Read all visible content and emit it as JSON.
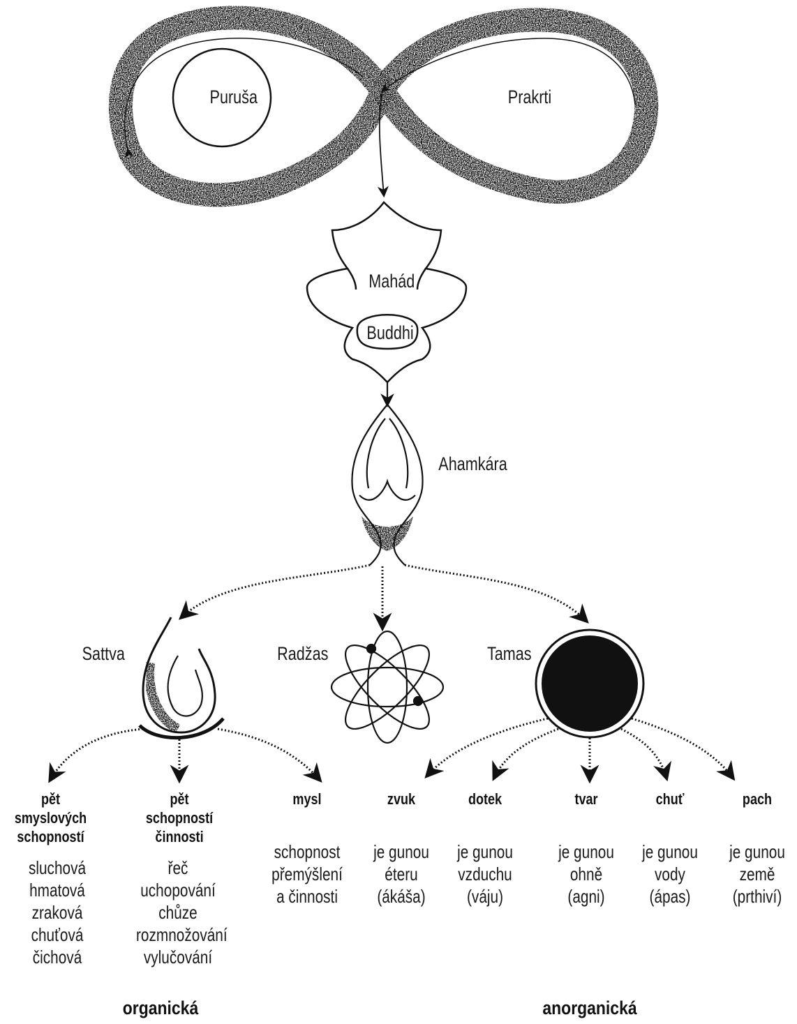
{
  "nodes": {
    "purusha": "Puruša",
    "prakrti": "Prakrti",
    "mahad": "Mahád",
    "buddhi": "Buddhi",
    "ahamkara": "Ahamkára",
    "sattva": "Sattva",
    "radzas": "Radžas",
    "tamas": "Tamas"
  },
  "categories": [
    {
      "title": [
        "pět smyslových",
        "schopností"
      ],
      "items": [
        "sluchová",
        "hmatová",
        "zraková",
        "chuťová",
        "čichová"
      ]
    },
    {
      "title": [
        "pět schopností",
        "činnosti"
      ],
      "items": [
        "řeč",
        "uchopování",
        "chůze",
        "rozmnožování",
        "vylučování"
      ]
    },
    {
      "title": [
        "mysl"
      ],
      "items": [
        "schopnost",
        "přemýšlení",
        "a činnosti"
      ]
    },
    {
      "title": [
        "zvuk"
      ],
      "items": [
        "je gunou",
        "éteru",
        "(ákáša)"
      ]
    },
    {
      "title": [
        "dotek"
      ],
      "items": [
        "je gunou",
        "vzduchu",
        "(váju)"
      ]
    },
    {
      "title": [
        "tvar"
      ],
      "items": [
        "je gunou",
        "ohně",
        "(agni)"
      ]
    },
    {
      "title": [
        "chuť"
      ],
      "items": [
        "je gunou",
        "vody",
        "(ápas)"
      ]
    },
    {
      "title": [
        "pach"
      ],
      "items": [
        "je gunou",
        "země",
        "(prthiví)"
      ]
    }
  ],
  "groups": {
    "organic": "organická",
    "inorganic": "anorganická"
  },
  "colors": {
    "ink": "#111111",
    "background": "#ffffff"
  }
}
